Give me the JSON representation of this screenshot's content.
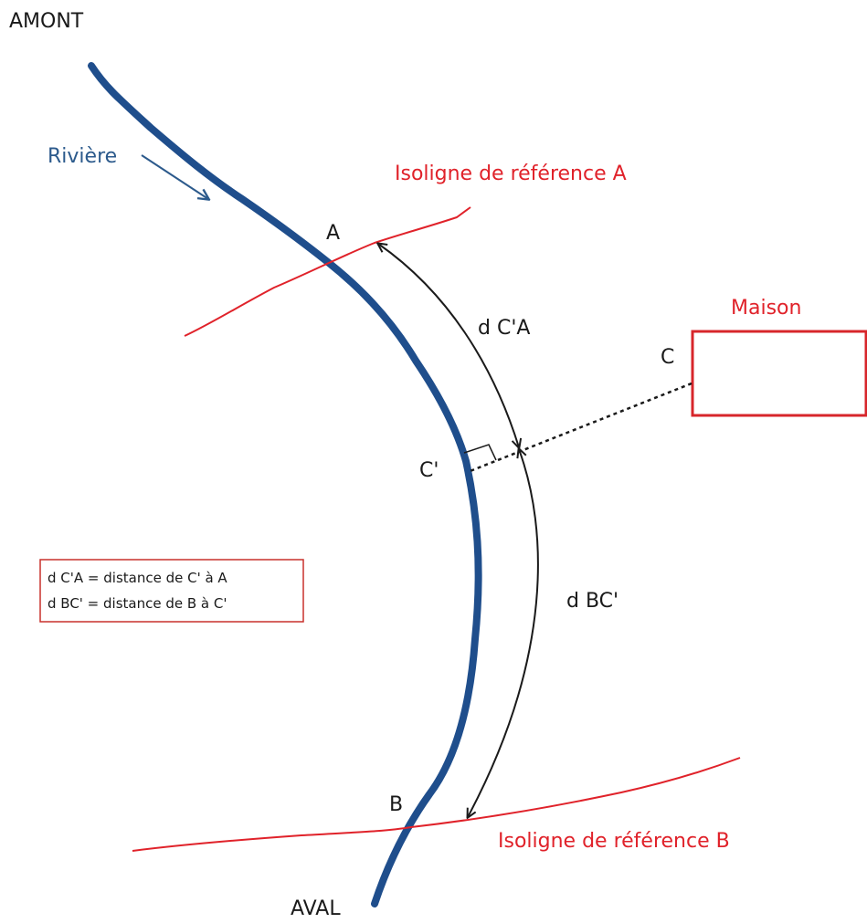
{
  "labels": {
    "upstream": "AMONT",
    "downstream": "AVAL",
    "river": "Rivière",
    "isoline_a": "Isoligne de référence A",
    "isoline_b": "Isoligne de référence B",
    "house": "Maison",
    "point_a": "A",
    "point_b": "B",
    "point_c": "C",
    "point_c_prime": "C'",
    "dist_ca": "d C'A",
    "dist_bc": "d BC'"
  },
  "legend": {
    "line1": "d C'A = distance de C' à A",
    "line2": "d BC' = distance de B à C'"
  },
  "colors": {
    "river": "#1f4e8c",
    "isoline": "#e0222a",
    "house": "#d7262b",
    "arrow": "#1a1a1a",
    "legend_border": "#c9302c"
  }
}
